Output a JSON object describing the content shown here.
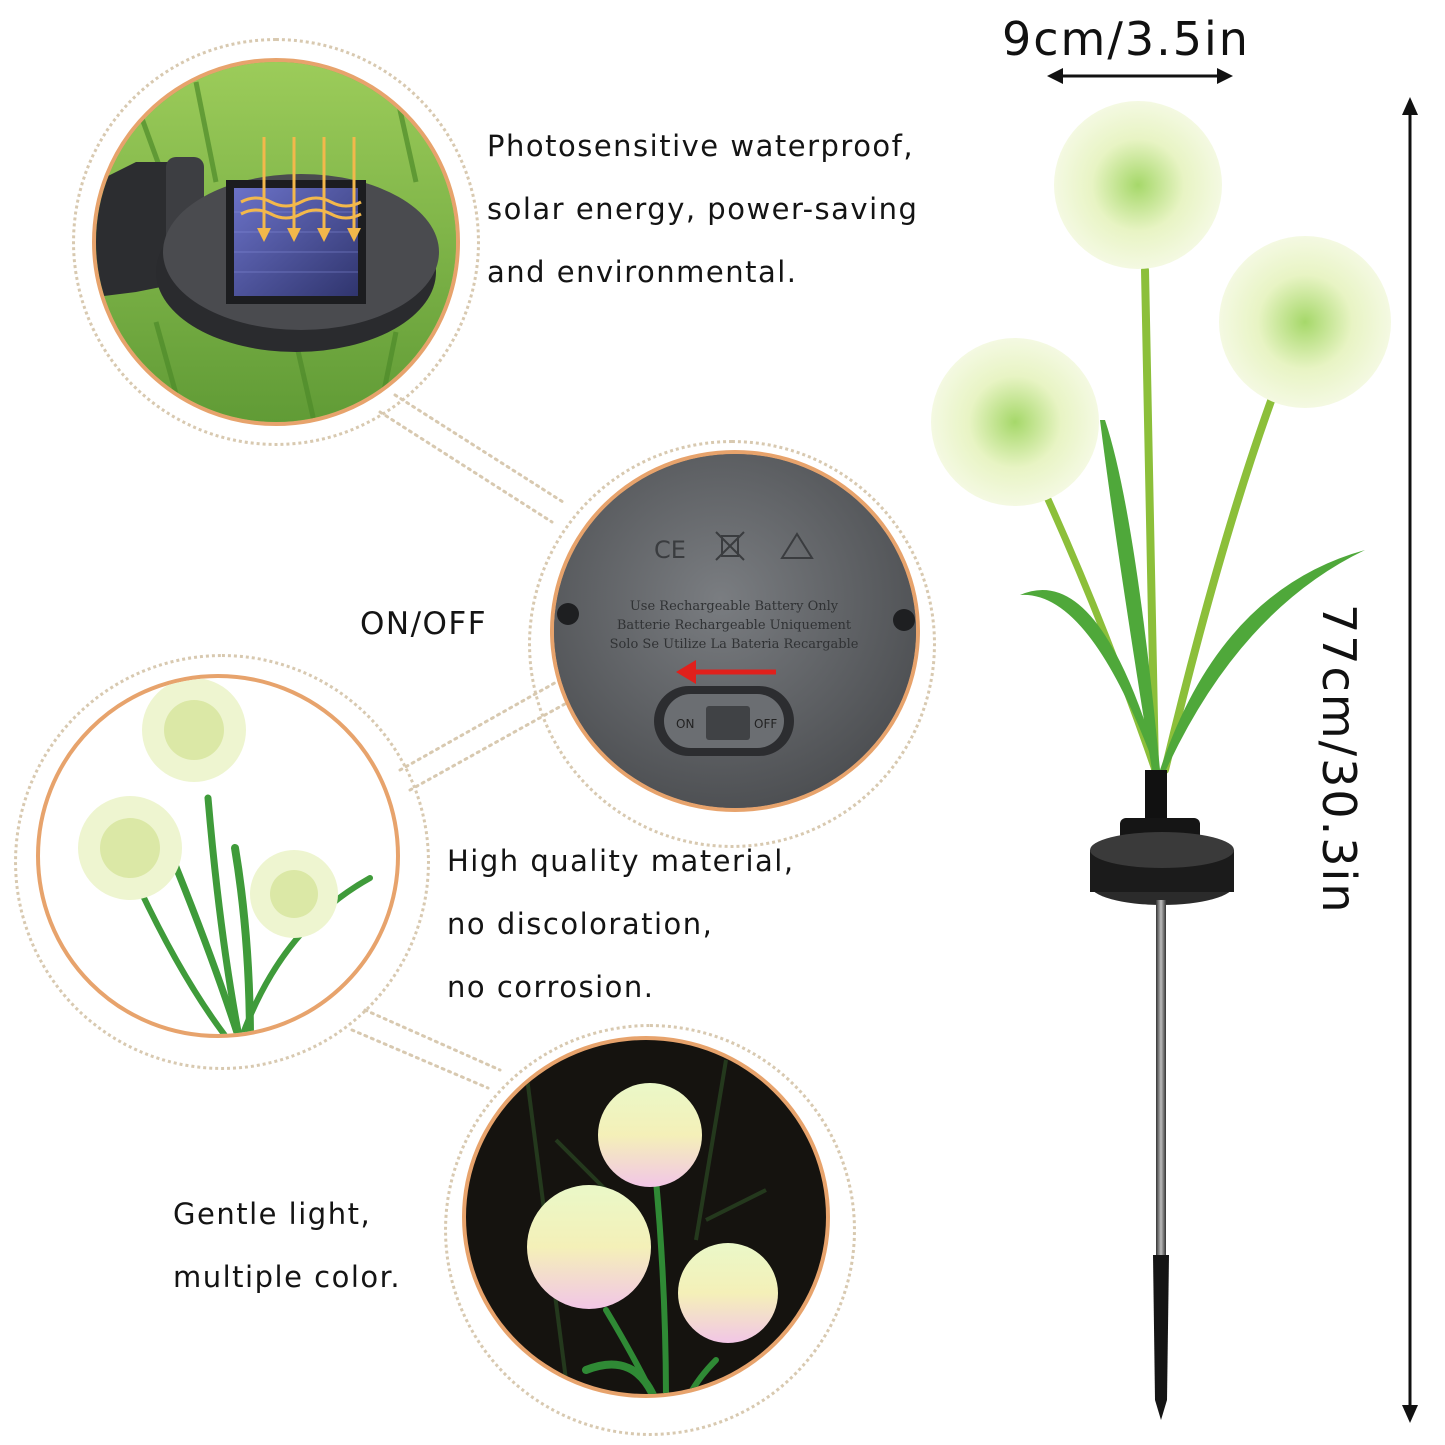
{
  "dimensions": {
    "width_label": "9cm/3.5in",
    "height_label": "77cm/30.3in"
  },
  "features": [
    {
      "id": "solar",
      "lines": [
        "Photosensitive waterproof,",
        "solar energy, power-saving",
        "and environmental."
      ],
      "image": "solar-panel-closeup"
    },
    {
      "id": "switch",
      "label": "ON/OFF",
      "image": "battery-compartment",
      "panel_text": [
        "Use Rechargeable Battery Only",
        "Batterie Rechargeable Uniquement",
        "Solo Se Utilize La Bateria Recargable"
      ],
      "switch_on": "ON",
      "switch_off": "OFF",
      "marks": [
        "CE",
        "WEEE",
        "recycle-triangle"
      ]
    },
    {
      "id": "material",
      "lines": [
        "High quality material,",
        "no discoloration,",
        "no corrosion."
      ],
      "image": "three-allium-flowers"
    },
    {
      "id": "light",
      "lines": [
        "Gentle light,",
        "multiple color."
      ],
      "image": "glowing-flowers-night"
    }
  ],
  "colors": {
    "ring": "#e7a36c",
    "dotted": "#d8c9b0",
    "grass": "#7cb342",
    "stem": "#3f9b3a",
    "flower": "#eef5d0",
    "arrow": "#e0201c",
    "panel": "#5c5f63"
  }
}
